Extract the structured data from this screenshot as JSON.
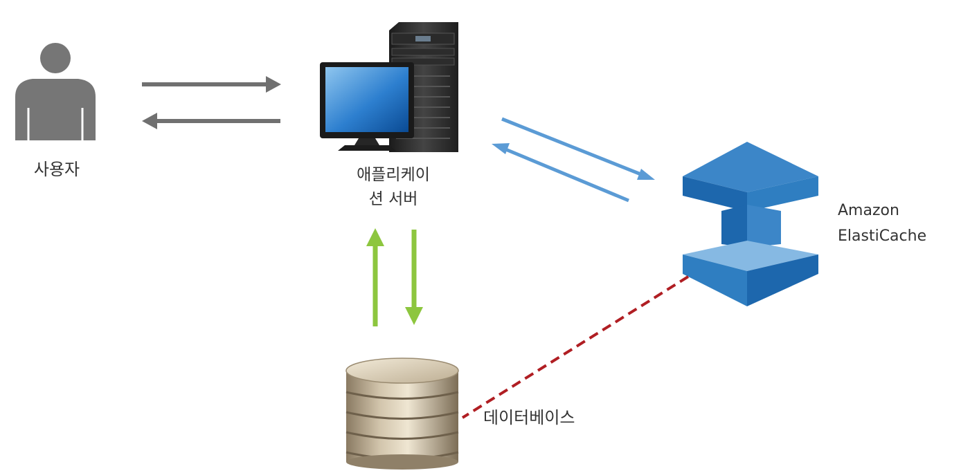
{
  "nodes": {
    "user": {
      "label": "사용자"
    },
    "app_server": {
      "label_line1": "애플리케이",
      "label_line2": "션 서버"
    },
    "elasticache": {
      "label_line1": "Amazon",
      "label_line2": "ElastiCache"
    },
    "database": {
      "label": "데이터베이스"
    }
  },
  "colors": {
    "user_arrows": "#707070",
    "cache_arrows": "#5b9bd5",
    "db_arrows": "#8dc63f",
    "dashed_link": "#b01e23",
    "aws_blue": "#2f7ec1"
  }
}
